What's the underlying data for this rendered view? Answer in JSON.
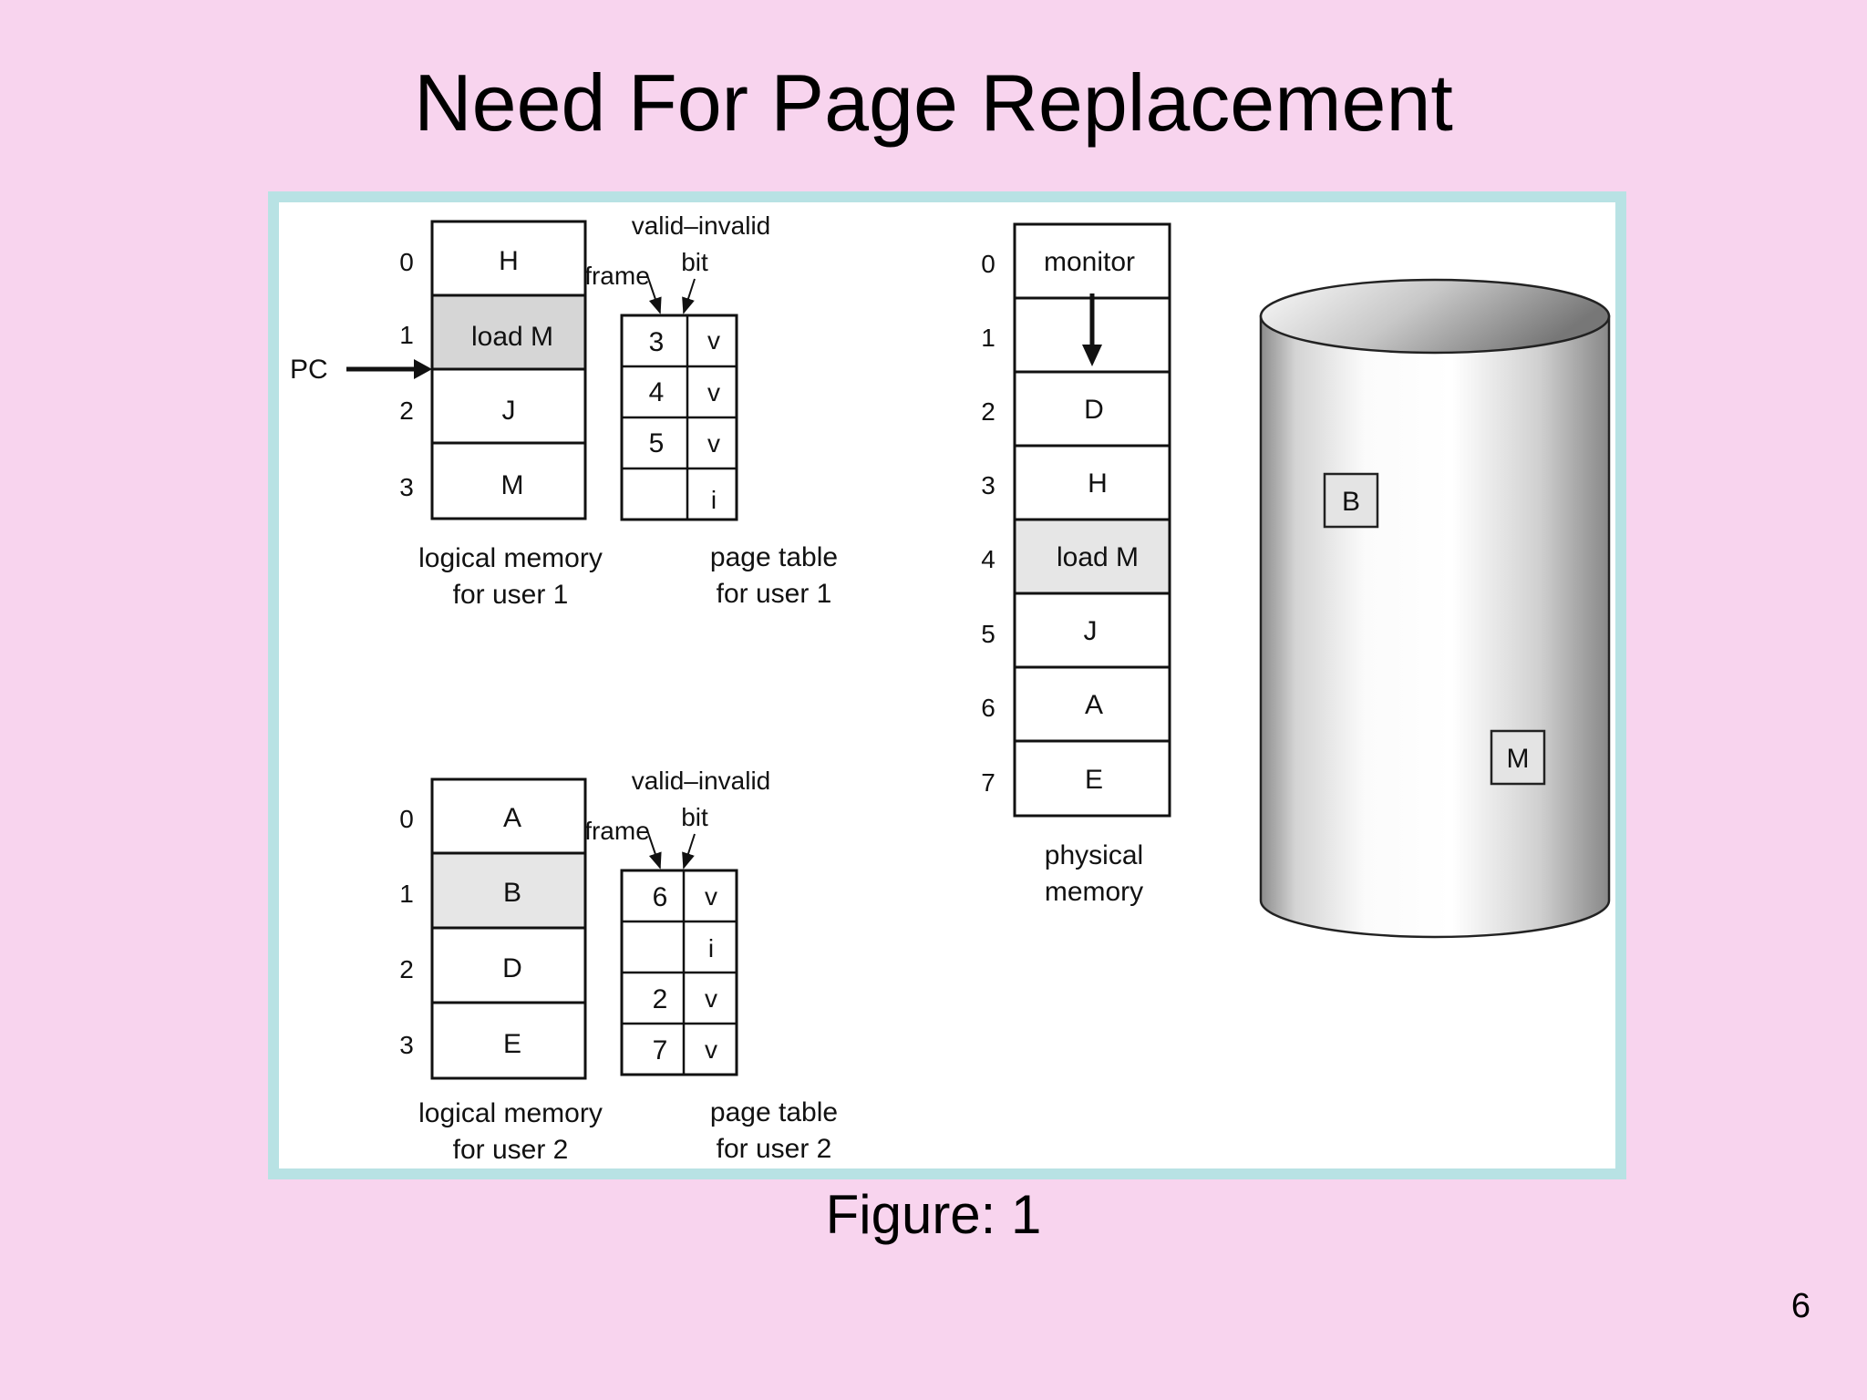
{
  "title": "Need For Page Replacement",
  "caption": "Figure: 1",
  "page_number": "6",
  "colors": {
    "background": "#f8d4ee",
    "frame": "#b8e2e4",
    "shaded_cell": "#d6d6d6",
    "light_cell": "#e6e6e6"
  },
  "pc_label": "PC",
  "user1": {
    "logical_memory": {
      "indices": [
        "0",
        "1",
        "2",
        "3"
      ],
      "cells": [
        "H",
        "load M",
        "J",
        "M"
      ],
      "caption_line1": "logical memory",
      "caption_line2": "for user 1"
    },
    "page_table": {
      "frame_label": "frame",
      "valid_label_line1": "valid–invalid",
      "valid_label_line2": "bit",
      "frames": [
        "3",
        "4",
        "5",
        ""
      ],
      "bits": [
        "v",
        "v",
        "v",
        "i"
      ],
      "caption_line1": "page table",
      "caption_line2": "for user 1"
    }
  },
  "user2": {
    "logical_memory": {
      "indices": [
        "0",
        "1",
        "2",
        "3"
      ],
      "cells": [
        "A",
        "B",
        "D",
        "E"
      ],
      "caption_line1": "logical memory",
      "caption_line2": "for user 2"
    },
    "page_table": {
      "frame_label": "frame",
      "valid_label_line1": "valid–invalid",
      "valid_label_line2": "bit",
      "frames": [
        "6",
        "",
        "2",
        "7"
      ],
      "bits": [
        "v",
        "i",
        "v",
        "v"
      ],
      "caption_line1": "page table",
      "caption_line2": "for user 2"
    }
  },
  "physical_memory": {
    "indices": [
      "0",
      "1",
      "2",
      "3",
      "4",
      "5",
      "6",
      "7"
    ],
    "cells": [
      "monitor",
      "",
      "D",
      "H",
      "load M",
      "J",
      "A",
      "E"
    ],
    "caption_line1": "physical",
    "caption_line2": "memory"
  },
  "disk": {
    "blocks": [
      "B",
      "M"
    ]
  }
}
